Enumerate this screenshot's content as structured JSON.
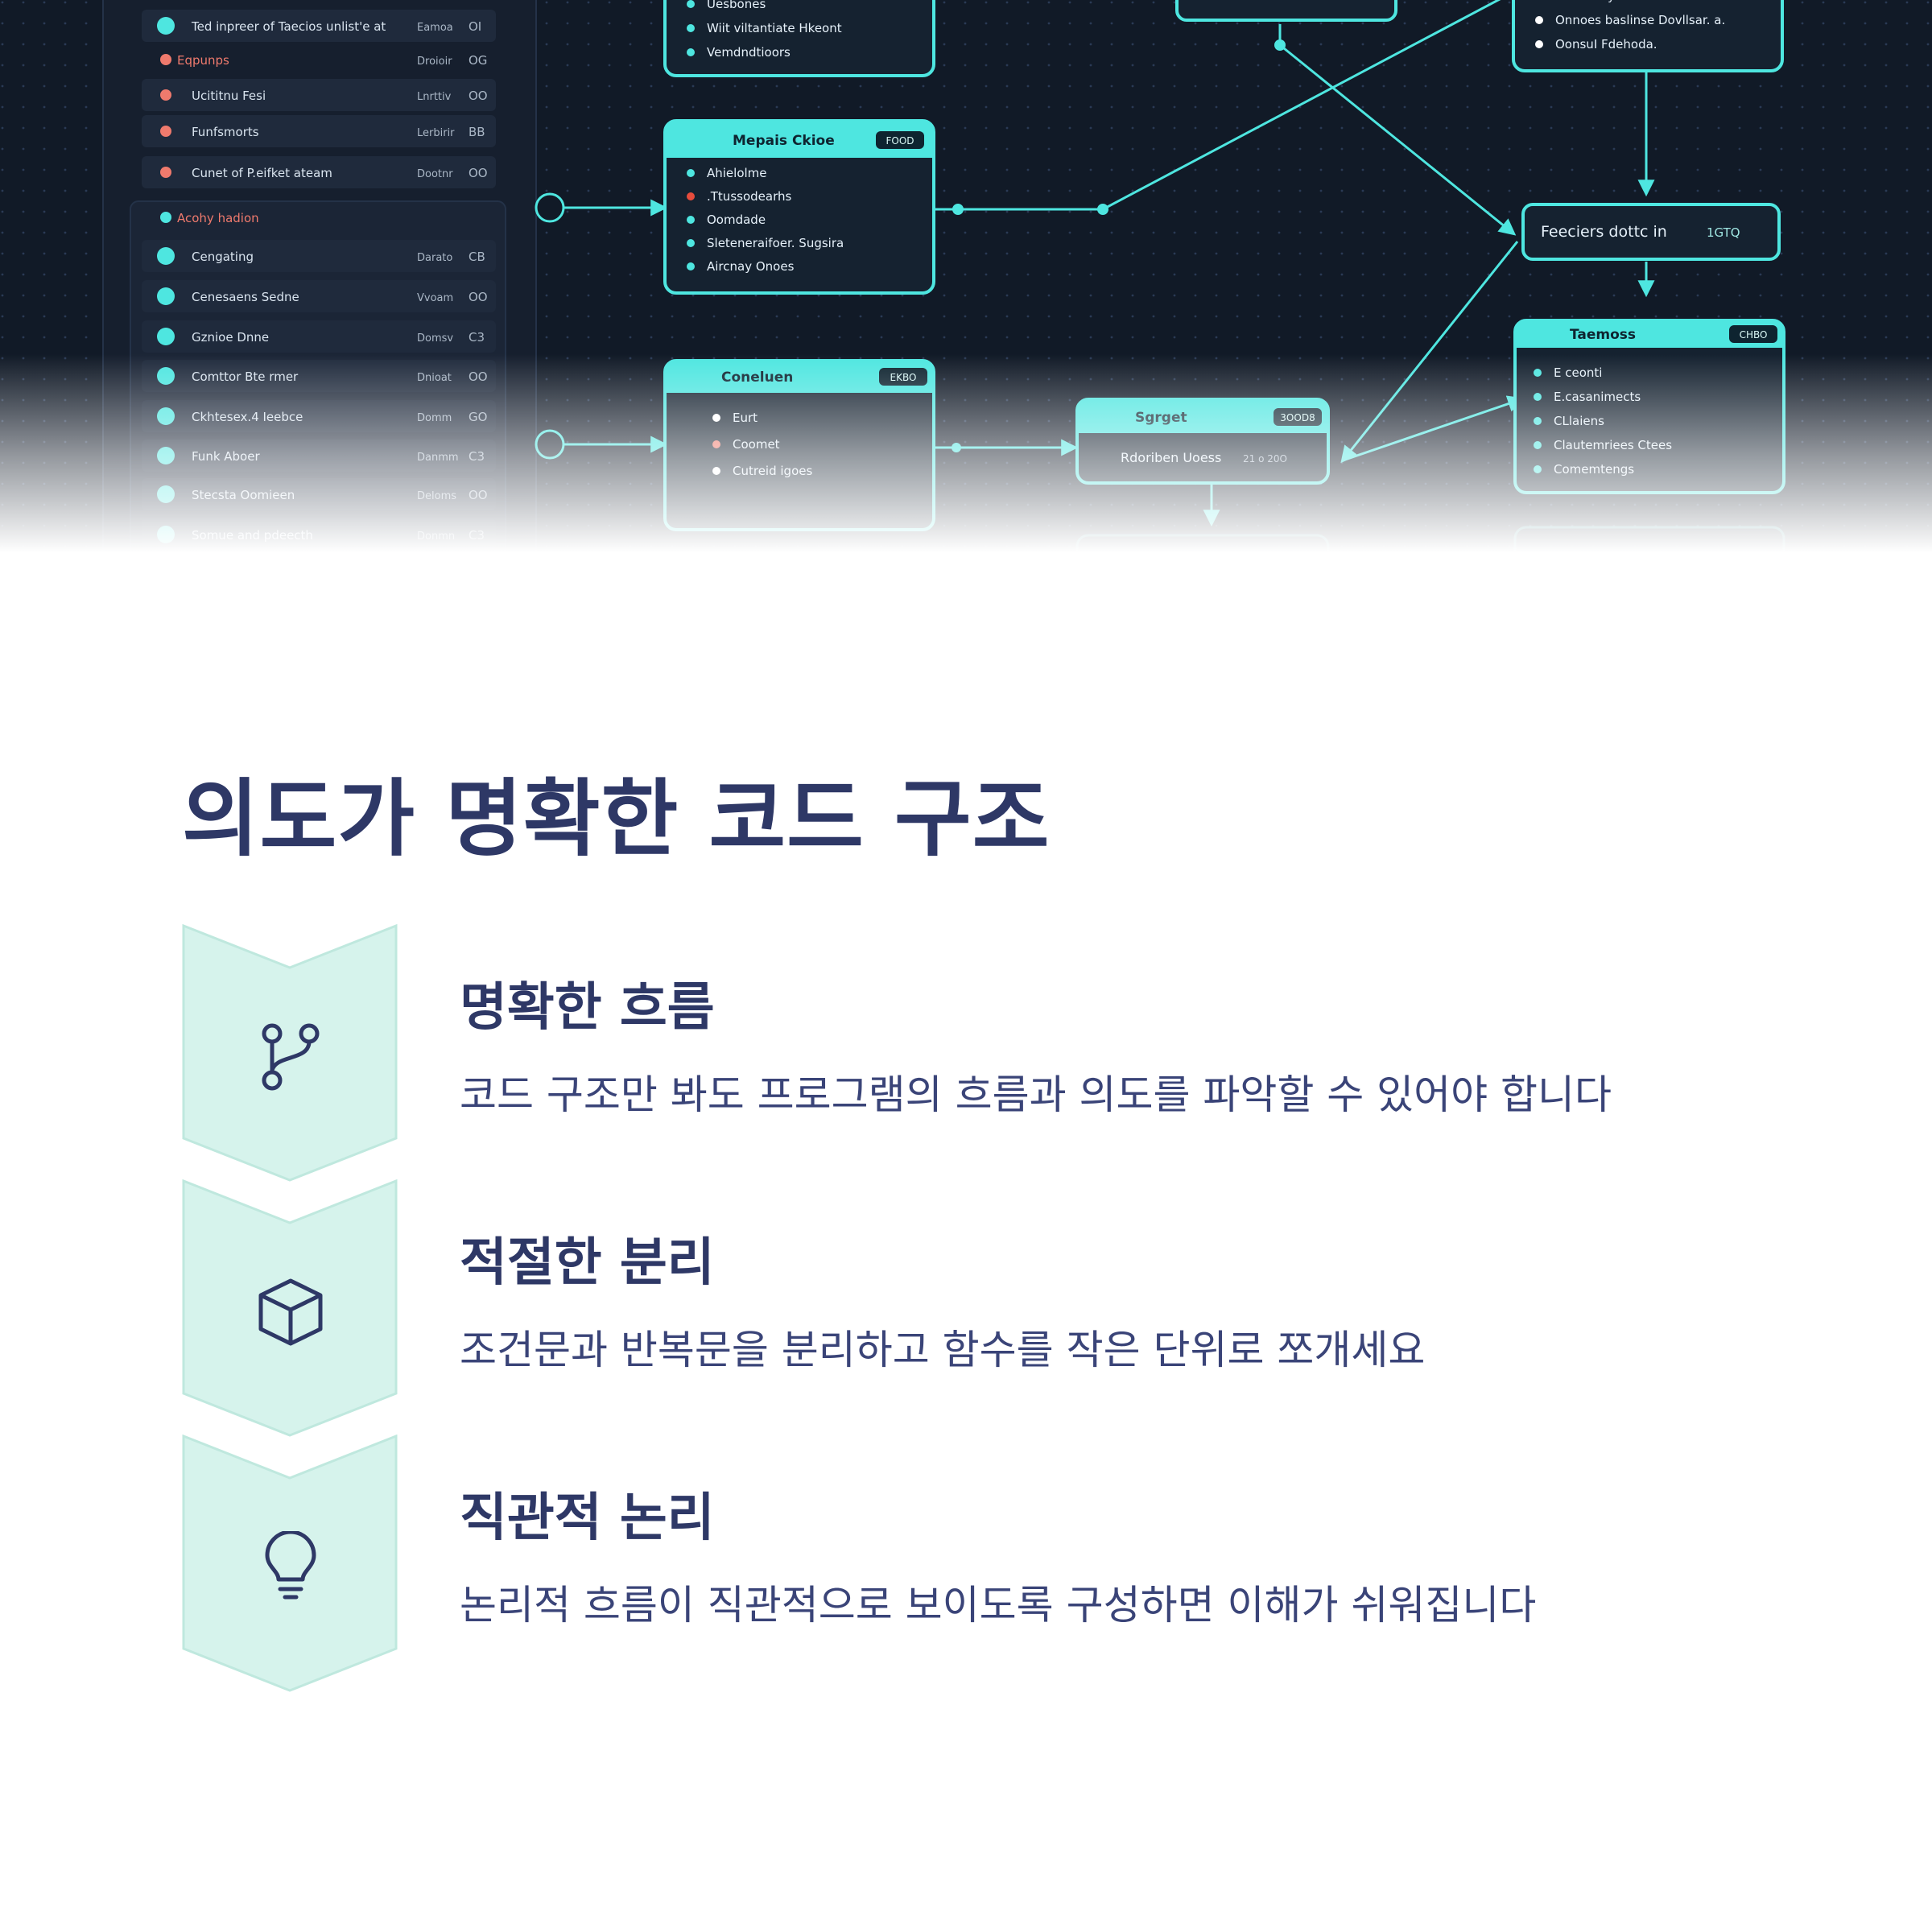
{
  "page": {
    "title": "의도가 명확한 코드 구조"
  },
  "hero": {
    "sidebar": {
      "rows": [
        {
          "label": "Ted inpreer of Taecios unlist'e at",
          "tag": "Eamoa",
          "count": "OI"
        },
        {
          "label": "Eqpunps",
          "tag": "Droioir",
          "count": "OG"
        },
        {
          "label": "Ucititnu Fesi",
          "tag": "Lnrttiv",
          "count": "OO"
        },
        {
          "label": "Funfsmorts",
          "tag": "Lerbirir",
          "count": "BB"
        },
        {
          "label": "Cunet of P.eifket ateam",
          "tag": "Dootnr",
          "count": "OO"
        },
        {
          "label": "Acohy hadion",
          "tag": "",
          "count": ""
        },
        {
          "label": "Cengating",
          "tag": "Darato",
          "count": "CB"
        },
        {
          "label": "Cenesaens Sedne",
          "tag": "Vvoam",
          "count": "OO"
        },
        {
          "label": "Gznioe Dnne",
          "tag": "Domsv",
          "count": "C3"
        },
        {
          "label": "Comttor Bte rmer",
          "tag": "Dnioat",
          "count": "OO"
        },
        {
          "label": "Ckhtesex.4 Ieebce",
          "tag": "Domm",
          "count": "GO"
        },
        {
          "label": "Funk Aboer",
          "tag": "Danmm",
          "count": "C3"
        },
        {
          "label": "Stecsta Oomieen",
          "tag": "Deloms",
          "count": "OO"
        },
        {
          "label": "Somue and pdeecth",
          "tag": "Donmn",
          "count": "C3"
        }
      ]
    },
    "nodes": {
      "top_left": {
        "items": [
          "Uesbones",
          "Wiit viltantiate Hkeont",
          "Vemdndtioors"
        ]
      },
      "top_right": {
        "items": [
          "Oorteeiny",
          "Onnoes baslinse Dovllsar. a.",
          "OonsuI Fdehoda."
        ]
      },
      "mid_left": {
        "title": "Mepais Ckioe",
        "badge": "FOOD",
        "items": [
          "Ahielolme",
          ".Ttussodearhs",
          "Oomdade",
          "Sleteneraifoer. Sugsira",
          "Aircnay Onoes"
        ]
      },
      "feature": {
        "title": "Feeciers dottc in",
        "badge": "1GTQ"
      },
      "teamos": {
        "title": "Taemoss",
        "badge": "CHBO",
        "items": [
          "E ceonti",
          "E.casanimects",
          "CLlaiens",
          "Clautemriees Ctees",
          "Comemtengs"
        ]
      },
      "bottom_left": {
        "title": "Coneluen",
        "badge": "EKBO",
        "items": [
          "Eurt",
          "Coomet",
          "Cutreid igoes"
        ]
      },
      "search": {
        "title": "Sgrget",
        "badge": "3OOD8",
        "query": "Rdoriben Uoess",
        "meta": "21  o  20O"
      }
    }
  },
  "steps": [
    {
      "icon": "branch-icon",
      "heading": "명확한 흐름",
      "description": "코드 구조만 봐도 프로그램의 흐름과 의도를 파악할 수 있어야 합니다"
    },
    {
      "icon": "cube-icon",
      "heading": "적절한 분리",
      "description": "조건문과 반복문을 분리하고 함수를 작은 단위로 쪼개세요"
    },
    {
      "icon": "lightbulb-icon",
      "heading": "직관적 논리",
      "description": "논리적 흐름이 직관적으로 보이도록 구성하면 이해가 쉬워집니다"
    }
  ],
  "colors": {
    "accent": "#4ee6e0",
    "navy": "#2e3866",
    "chevron_fill": "#d6f3ec",
    "chevron_stroke": "#bfe8de",
    "hero_bg": "#111a27"
  }
}
